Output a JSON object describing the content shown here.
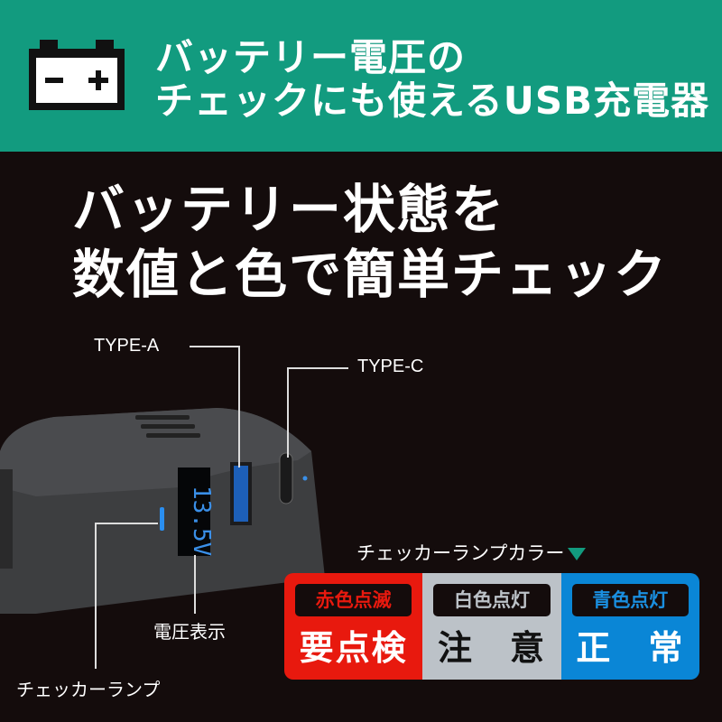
{
  "banner": {
    "line1": "バッテリー電圧の",
    "line2": "チェックにも使えるUSB充電器",
    "icon": "battery-icon",
    "color": "#129b7f"
  },
  "headline": {
    "line1": "バッテリー状態を",
    "line2": "数値と色で簡単チェック"
  },
  "labels": {
    "type_a": "TYPE-A",
    "type_c": "TYPE-C",
    "voltage_display": "電圧表示",
    "checker_lamp": "チェッカーランプ"
  },
  "display_value": "13.5V",
  "lamp_table": {
    "caption": "チェッカーランプカラー",
    "columns": [
      {
        "tag": "赤色点滅",
        "status": "要点検",
        "bg": "#e8190e",
        "tag_color": "#e8190e",
        "status_color": "#ffffff"
      },
      {
        "tag": "白色点灯",
        "status": "注　意",
        "bg": "#bcc2c8",
        "tag_color": "#bcc2c8",
        "status_color": "#111111"
      },
      {
        "tag": "青色点灯",
        "status": "正　常",
        "bg": "#0a86d6",
        "tag_color": "#1a8fe0",
        "status_color": "#ffffff"
      }
    ]
  }
}
